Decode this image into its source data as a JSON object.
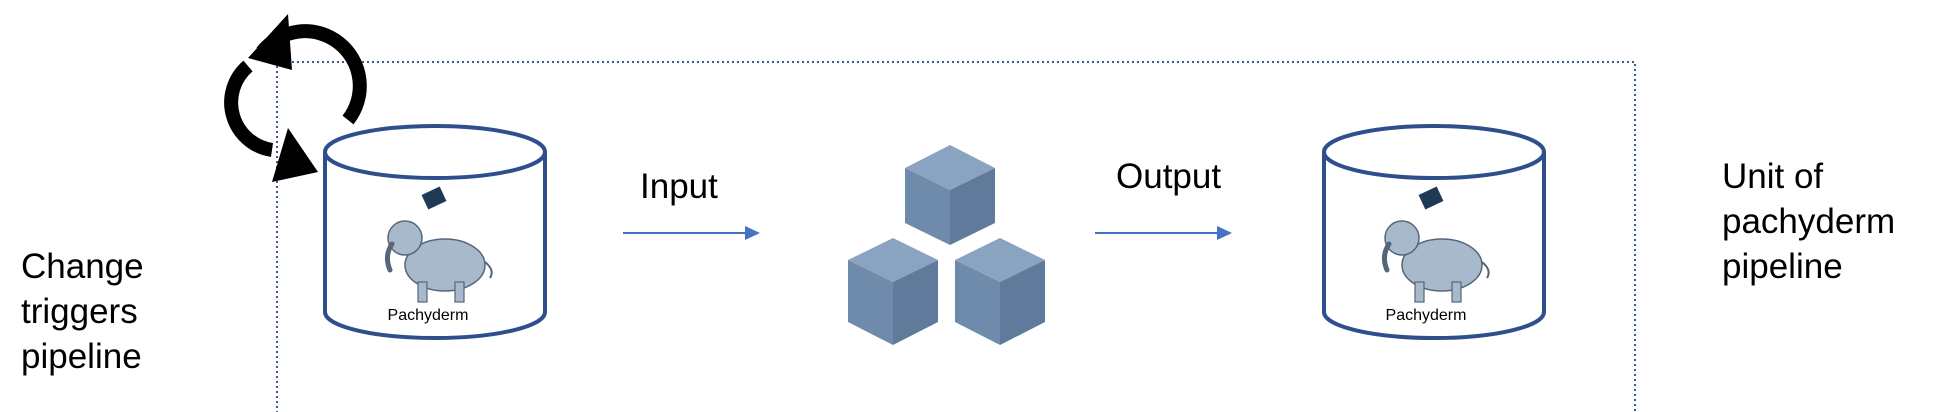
{
  "left_caption": [
    "Change",
    "triggers",
    "pipeline"
  ],
  "right_caption": [
    "Unit of",
    "pachyderm",
    "pipeline"
  ],
  "input_label": "Input",
  "output_label": "Output",
  "repo_label_in": "Pachyderm",
  "repo_label_out": "Pachyderm",
  "colors": {
    "cylinder_stroke": "#2f4e8c",
    "arrow": "#4472c4",
    "dotted_box": "#3a5a8c",
    "cube_face": "#6f8bab",
    "cube_top": "#8aa3c0",
    "elephant": "#a9b9cc",
    "data_square": "#1f3a55",
    "refresh_icon": "#000000"
  },
  "icons": [
    "refresh-icon",
    "compute-cubes-icon",
    "elephant-icon",
    "data-square-icon"
  ]
}
